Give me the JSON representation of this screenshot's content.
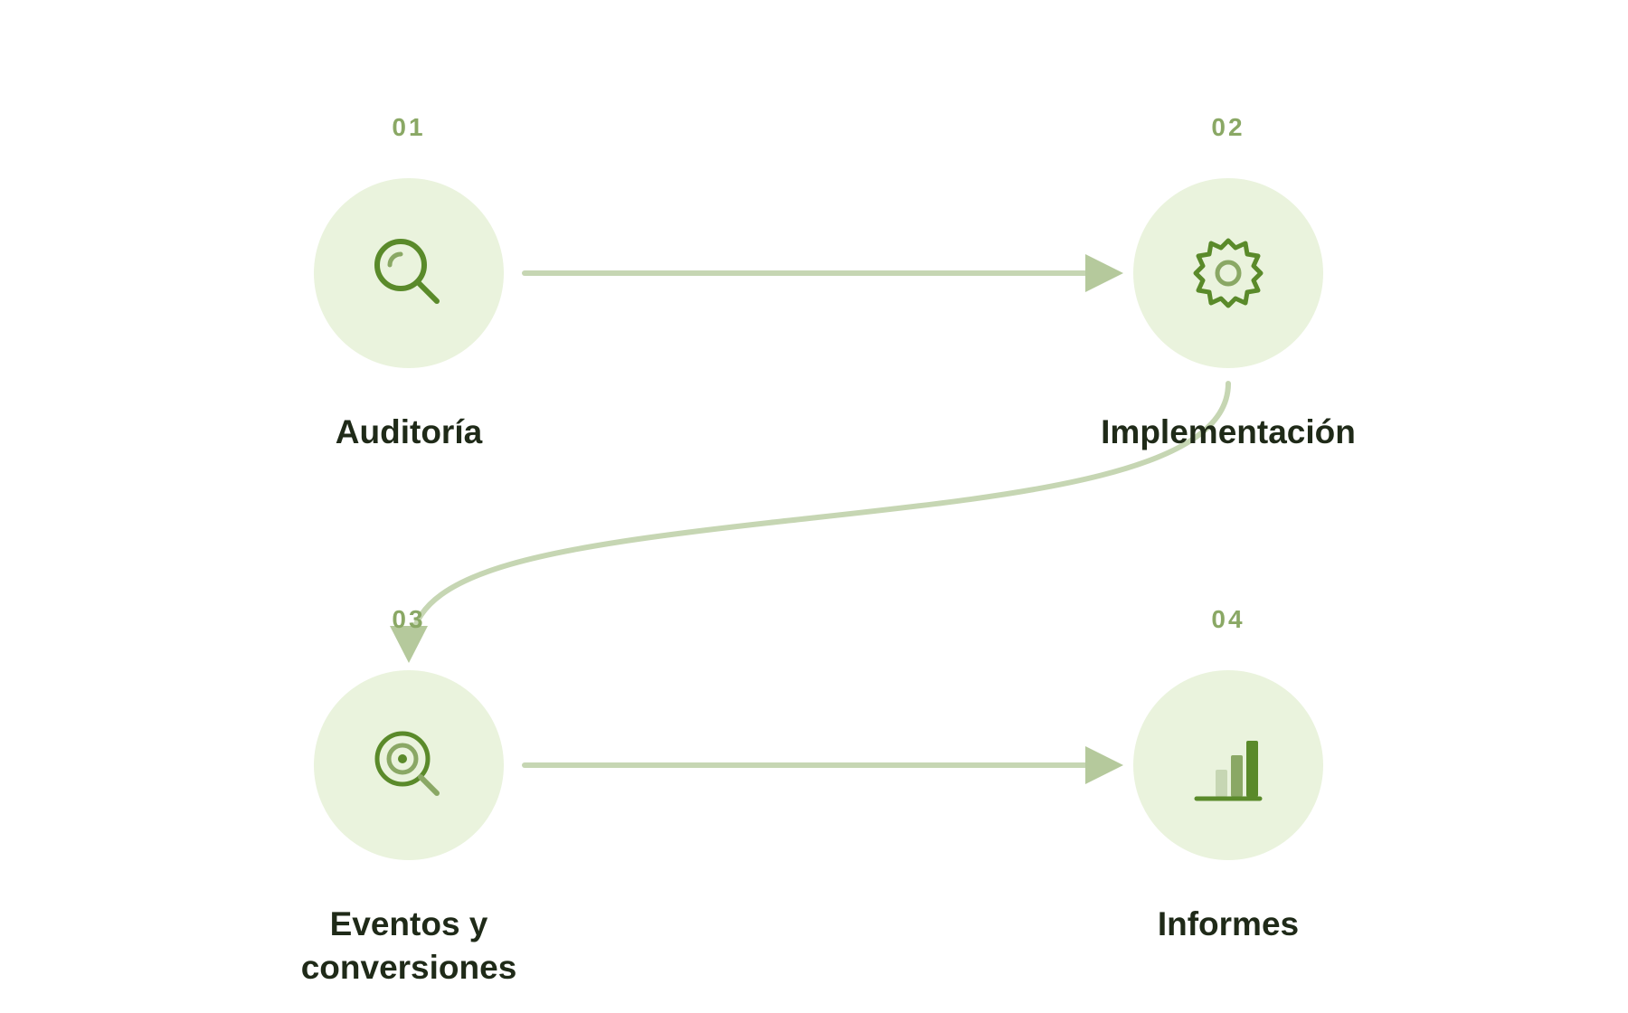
{
  "steps": [
    {
      "number": "01",
      "label": "Auditoría",
      "icon": "magnifier-icon"
    },
    {
      "number": "02",
      "label": "Implementación",
      "icon": "gear-icon"
    },
    {
      "number": "03",
      "label": "Eventos y\nconversiones",
      "icon": "target-magnifier-icon"
    },
    {
      "number": "04",
      "label": "Informes",
      "icon": "bar-chart-icon"
    }
  ],
  "colors": {
    "circle_fill": "#eaf3dd",
    "icon_dark": "#5a8a2a",
    "icon_light": "#8aa865",
    "icon_pale": "#c6d6b3",
    "connector": "#c6d6b3",
    "arrowhead": "#b5c99c",
    "label": "#1f2a18",
    "number": "#8aa865"
  }
}
